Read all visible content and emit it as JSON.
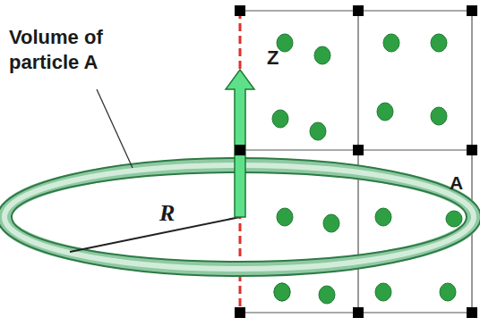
{
  "diagram": {
    "labels": [
      "Volume of particle A",
      "Z",
      "R",
      "A"
    ]
  }
}
